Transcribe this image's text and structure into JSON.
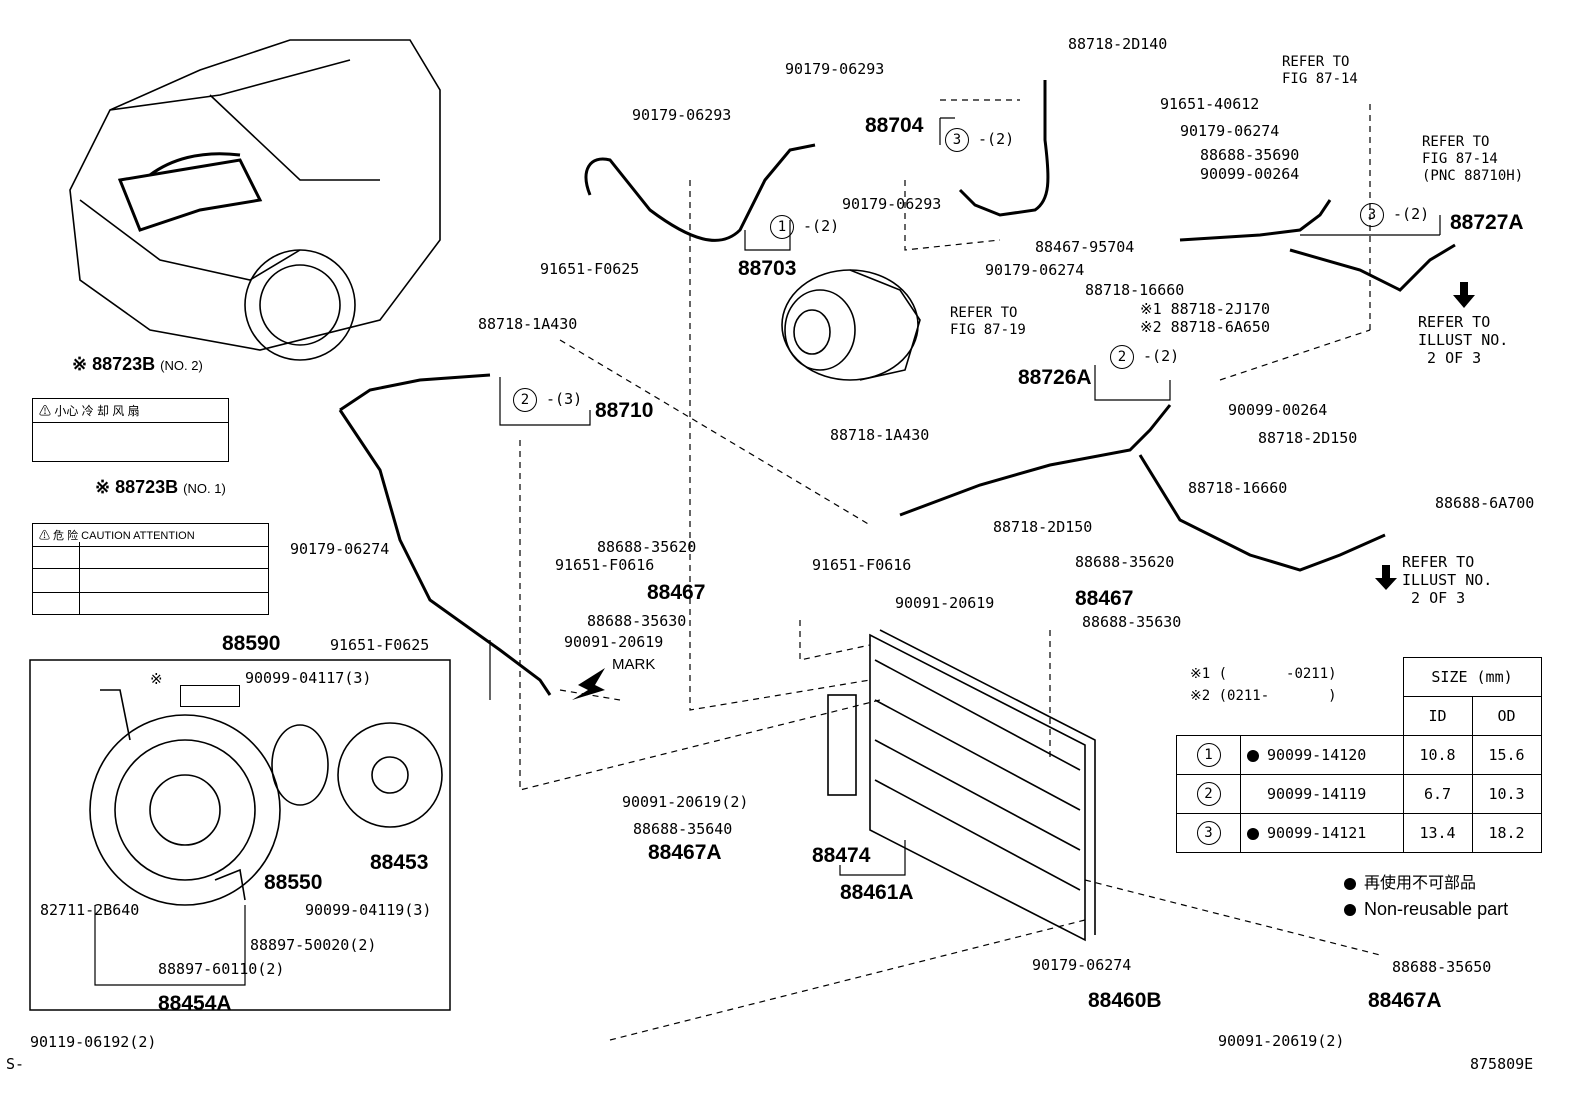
{
  "labels": {
    "p88718_2D140": "88718-2D140",
    "p90179_06293_a": "90179-06293",
    "p90179_06293_b": "90179-06293",
    "p90179_06293_c": "90179-06293",
    "p88704": "88704",
    "p91651_40612": "91651-40612",
    "p90179_06274_a": "90179-06274",
    "p88688_35690": "88688-35690",
    "p90099_00264_a": "90099-00264",
    "p88727A": "88727A",
    "p91651_F0625_a": "91651-F0625",
    "p88703": "88703",
    "p88467_95704": "88467-95704",
    "p90179_06274_b": "90179-06274",
    "p88718_16660_a": "88718-16660",
    "p88718_2J170": "※1 88718-2J170",
    "p88718_6A650": "※2 88718-6A650",
    "p88718_1A430_a": "88718-1A430",
    "p88710": "88710",
    "p88726A": "88726A",
    "p90099_00264_b": "90099-00264",
    "p88718_1A430_b": "88718-1A430",
    "p88718_2D150_a": "88718-2D150",
    "p88718_16660_b": "88718-16660",
    "p88688_6A700": "88688-6A700",
    "p90179_06274_c": "90179-06274",
    "p88718_2D150_b": "88718-2D150",
    "p88688_35620_a": "88688-35620",
    "p91651_F0616_a": "91651-F0616",
    "p88467_a": "88467",
    "p88688_35630_a": "88688-35630",
    "p90091_20619_a": "90091-20619",
    "p91651_F0616_b": "91651-F0616",
    "p88688_35620_b": "88688-35620",
    "p88467_b": "88467",
    "p90091_20619_b": "90091-20619",
    "p88688_35630_b": "88688-35630",
    "p88590": "88590",
    "p91651_F0625_b": "91651-F0625",
    "p90099_04117": "90099-04117(3)",
    "mark": "MARK",
    "p88550": "88550",
    "p88453": "88453",
    "p90099_04119": "90099-04119(3)",
    "p82711_2B640": "82711-2B640",
    "p88897_50020": "88897-50020(2)",
    "p88897_60110": "88897-60110(2)",
    "p88454A": "88454A",
    "p90119_06192": "90119-06192(2)",
    "p90091_20619_2a": "90091-20619(2)",
    "p88688_35640": "88688-35640",
    "p88467A_a": "88467A",
    "p88474": "88474",
    "p88461A": "88461A",
    "p90179_06274_d": "90179-06274",
    "p88688_35650": "88688-35650",
    "p88460B": "88460B",
    "p88467A_b": "88467A",
    "p90091_20619_2b": "90091-20619(2)",
    "p88723B_no2": "※ 88723B",
    "p88723B_no2_suffix": "(NO. 2)",
    "p88723B_no1": "※ 88723B",
    "p88723B_no1_suffix": "(NO. 1)",
    "star": "※",
    "ref_87_14_a": "REFER TO\nFIG 87-14",
    "ref_87_14_b": "REFER TO\nFIG 87-14\n(PNC 88710H)",
    "ref_87_19": "REFER TO\nFIG 87-19",
    "ref_illust_a": "REFER TO\nILLUST NO.\n 2 OF 3",
    "ref_illust_b": "REFER TO\nILLUST NO.\n 2 OF 3",
    "oring_3_a": "-(2)",
    "oring_1": "-(2)",
    "oring_3_b": "-(2)",
    "oring_2_a": "-(3)",
    "oring_2_b": "-(2)",
    "code_s": "S-",
    "code_fig": "875809E",
    "star1_range": "※1 (       -0211)",
    "star2_range": "※2 (0211-       )"
  },
  "warning_labels": {
    "no2_text": "⚠ 小心  冷 却 风 扇",
    "no1_text": "⚠ 危 险  CAUTION  ATTENTION"
  },
  "size_table": {
    "header": "SIZE (mm)",
    "col_id": "ID",
    "col_od": "OD",
    "rows": [
      {
        "num": "1",
        "part": "90099-14120",
        "nonreusable": true,
        "id": "10.8",
        "od": "15.6"
      },
      {
        "num": "2",
        "part": "90099-14119",
        "nonreusable": false,
        "id": "6.7",
        "od": "10.3"
      },
      {
        "num": "3",
        "part": "90099-14121",
        "nonreusable": true,
        "id": "13.4",
        "od": "18.2"
      }
    ]
  },
  "legend": {
    "cn": "再使用不可部品",
    "en": "Non-reusable part"
  }
}
